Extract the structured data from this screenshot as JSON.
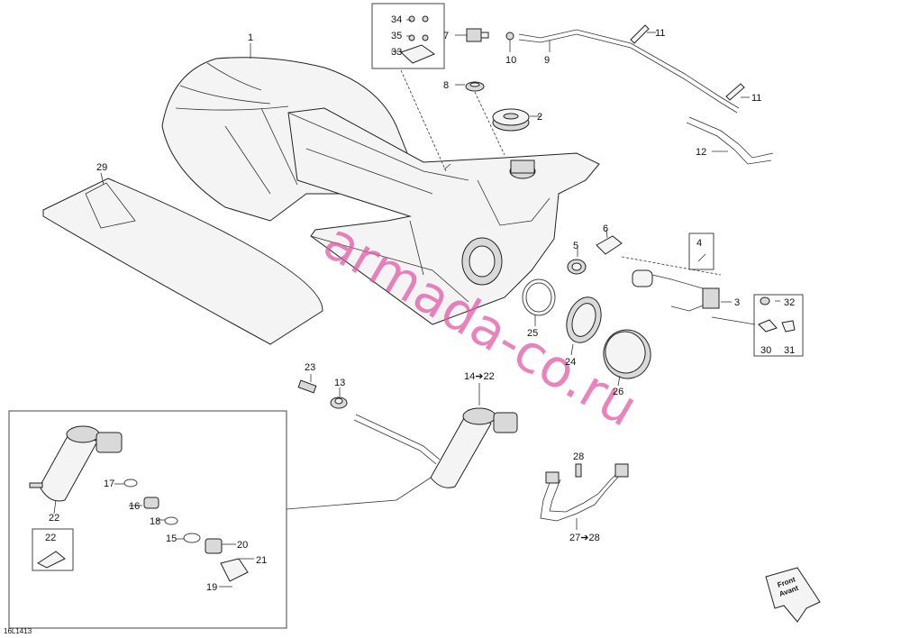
{
  "diagram": {
    "ref_code": "16L1413",
    "watermark": "armada-co.ru",
    "direction_marker": {
      "line1": "Front",
      "line2": "Avant"
    },
    "labels": [
      "1",
      "2",
      "3",
      "4",
      "5",
      "6",
      "7",
      "8",
      "9",
      "10",
      "11",
      "11",
      "12",
      "13",
      "14➔22",
      "15",
      "16",
      "17",
      "18",
      "19",
      "20",
      "21",
      "22",
      "22",
      "23",
      "24",
      "25",
      "26",
      "27➔28",
      "28",
      "29",
      "30",
      "31",
      "32",
      "33",
      "34",
      "35"
    ]
  }
}
